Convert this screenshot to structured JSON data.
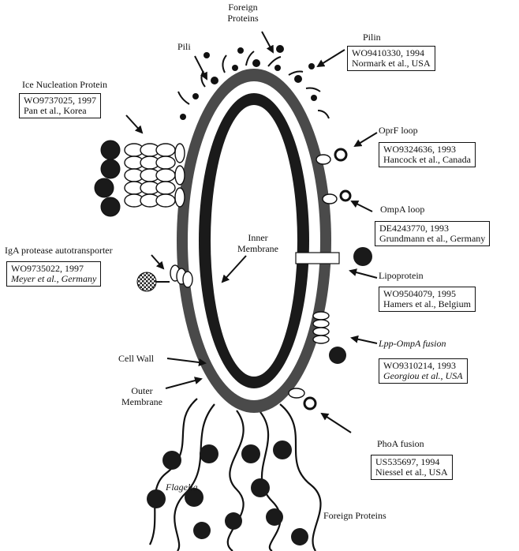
{
  "labels": {
    "foreign_proteins_top_1": "Foreign",
    "foreign_proteins_top_2": "Proteins",
    "pili": "Pili",
    "pilin": "Pilin",
    "ice_nucleation": "Ice Nucleation Protein",
    "oprf_loop": "OprF loop",
    "ompa_loop": "OmpA loop",
    "inner_membrane_1": "Inner",
    "inner_membrane_2": "Membrane",
    "iga_protease": "IgA protease autotransporter",
    "lipoprotein": "Lipoprotein",
    "lpp_ompa": "Lpp-OmpA fusion",
    "cell_wall": "Cell Wall",
    "outer_membrane_1": "Outer",
    "outer_membrane_2": "Membrane",
    "phoa": "PhoA fusion",
    "flagella": "Flagella",
    "foreign_proteins_bottom": "Foreign Proteins"
  },
  "refs": {
    "pilin": {
      "line1": "WO9410330, 1994",
      "line2": "Normark et al., USA"
    },
    "ice": {
      "line1": "WO9737025, 1997",
      "line2": "Pan et al., Korea"
    },
    "oprf": {
      "line1": "WO9324636, 1993",
      "line2": "Hancock et al., Canada"
    },
    "ompa": {
      "line1": "DE4243770, 1993",
      "line2": "Grundmann et al., Germany"
    },
    "iga": {
      "line1": "WO9735022, 1997",
      "line2": "Meyer et al., Germany"
    },
    "lipo": {
      "line1": "WO9504079, 1995",
      "line2": "Hamers et al., Belgium"
    },
    "lpp": {
      "line1": "WO9310214, 1993",
      "line2": "Georgiou et al., USA"
    },
    "phoa": {
      "line1": "US535697, 1994",
      "line2": "Niessel et al., USA"
    }
  }
}
